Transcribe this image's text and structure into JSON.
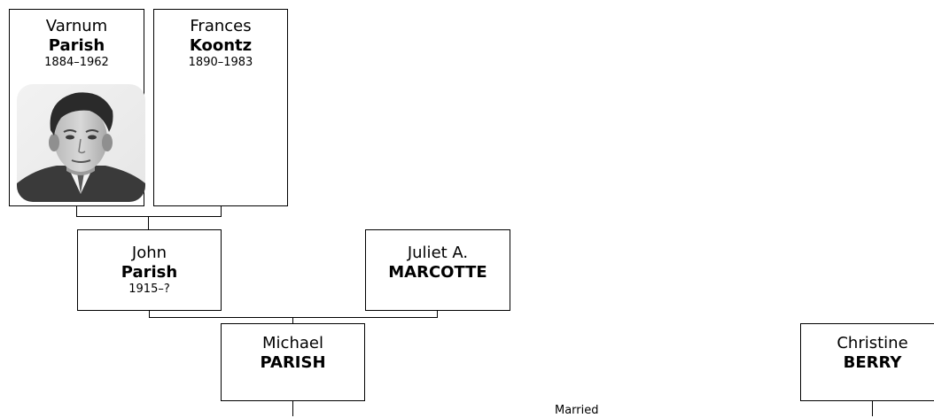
{
  "people": {
    "varnum": {
      "first": "Varnum",
      "last": "Parish",
      "dates": "1884–1962",
      "photo": "portrait-photo"
    },
    "frances": {
      "first": "Frances",
      "last": "Koontz",
      "dates": "1890–1983"
    },
    "john": {
      "first": "John",
      "last": "Parish",
      "dates": "1915–?"
    },
    "juliet": {
      "first": "Juliet A.",
      "last": "MARCOTTE"
    },
    "michael": {
      "first": "Michael",
      "last": "PARISH"
    },
    "christine": {
      "first": "Christine",
      "last": "BERRY"
    }
  },
  "relations": {
    "marriage_label": "Married"
  }
}
